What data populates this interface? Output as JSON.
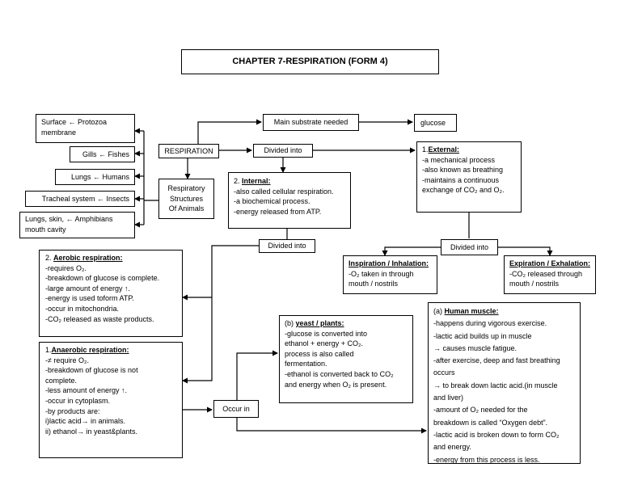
{
  "title": "CHAPTER 7-RESPIRATION (FORM 4)",
  "respiration": "RESPIRATION",
  "main_substrate": "Main substrate needed",
  "glucose": "glucose",
  "divided_into_1": "Divided into",
  "divided_into_2": "Divided into",
  "divided_into_3": "Divided into",
  "occur_in": "Occur in",
  "structures": [
    "Respiratory",
    "Structures",
    "Of Animals"
  ],
  "organisms": [
    [
      "Surface      ← Protozoa",
      "membrane"
    ],
    [
      "Gills ← Fishes"
    ],
    [
      "Lungs ← Humans"
    ],
    [
      "Tracheal system ← Insects"
    ],
    [
      "Lungs, skin,  ←  Amphibians",
      "mouth cavity"
    ]
  ],
  "external": {
    "num": "1.",
    "heading": "External:",
    "lines": [
      "-a mechanical process",
      "-also known as breathing",
      "-maintains a continuous",
      "exchange of CO₂ and O₂."
    ]
  },
  "internal": {
    "num": "2.",
    "heading": "Internal:",
    "lines": [
      "-also called cellular respiration.",
      "-a biochemical process.",
      "-energy released from ATP."
    ]
  },
  "inspiration": {
    "heading": "Inspiration / Inhalation:",
    "lines": [
      "-O₂ taken in through",
      "mouth / nostrils"
    ]
  },
  "expiration": {
    "heading": "Expiration / Exhalation:",
    "lines": [
      "-CO₂ released through",
      "mouth / nostrils"
    ]
  },
  "aerobic": {
    "num": "2.",
    "heading": "Aerobic respiration:",
    "lines": [
      "-requires O₂.",
      "-breakdown of glucose is complete.",
      "-large amount of energy ↑.",
      "-energy is used toform ATP.",
      "-occur in mitochondria.",
      "-CO₂ released as waste products."
    ]
  },
  "anaerobic": {
    "num": "1.",
    "heading": "Anaerobic respiration:",
    "lines": [
      "-≠ require O₂.",
      "-breakdown of glucose is not",
      "complete.",
      "-less amount of energy ↑.",
      "-occur in cytoplasm.",
      "-by products are:",
      "i)lactic acid→ in animals.",
      "ii) ethanol→ in yeast&plants."
    ]
  },
  "yeast": {
    "num": "(b)",
    "heading": "yeast / plants:",
    "lines": [
      "-glucose is converted into",
      "ethanol + energy + CO₂.",
      "process is also called",
      "fermentation.",
      "-ethanol is converted back to CO₂",
      "and energy when O₂ is present."
    ]
  },
  "muscle": {
    "num": "(a)",
    "heading": "Human muscle:",
    "lines": [
      "-happens during vigorous exercise.",
      "-lactic acid builds up in muscle",
      "→ causes muscle fatigue.",
      "-after exercise, deep and fast breathing",
      "occurs",
      "→ to break down lactic acid.(in muscle",
      "and liver)",
      "-amount of O₂ needed for the",
      "breakdown is called “Oxygen debt”.",
      "-lactic acid is broken down to form CO₂",
      "and energy.",
      "-energy from this process is less."
    ]
  }
}
